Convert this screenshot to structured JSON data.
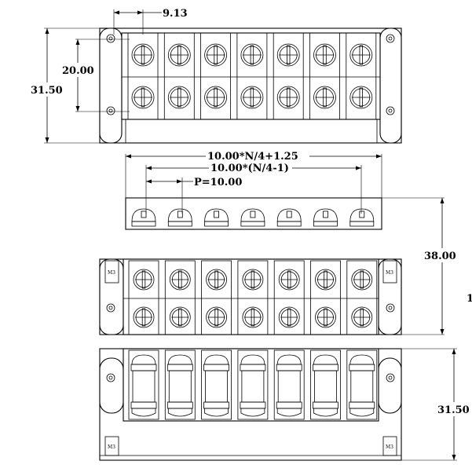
{
  "dimensions": {
    "pitch_top": "9.13",
    "row_spacing": "20.00",
    "total_height_top": "31.50",
    "overall_length_formula": "10.00*N/4+1.25",
    "inner_length_formula": "10.00*(N/4-1)",
    "pitch": "P=10.00",
    "height_middle": "38.00",
    "height_bottom": "31.50",
    "cut_off_label": "1"
  },
  "screw_label": "M3",
  "terminal_count": 7
}
